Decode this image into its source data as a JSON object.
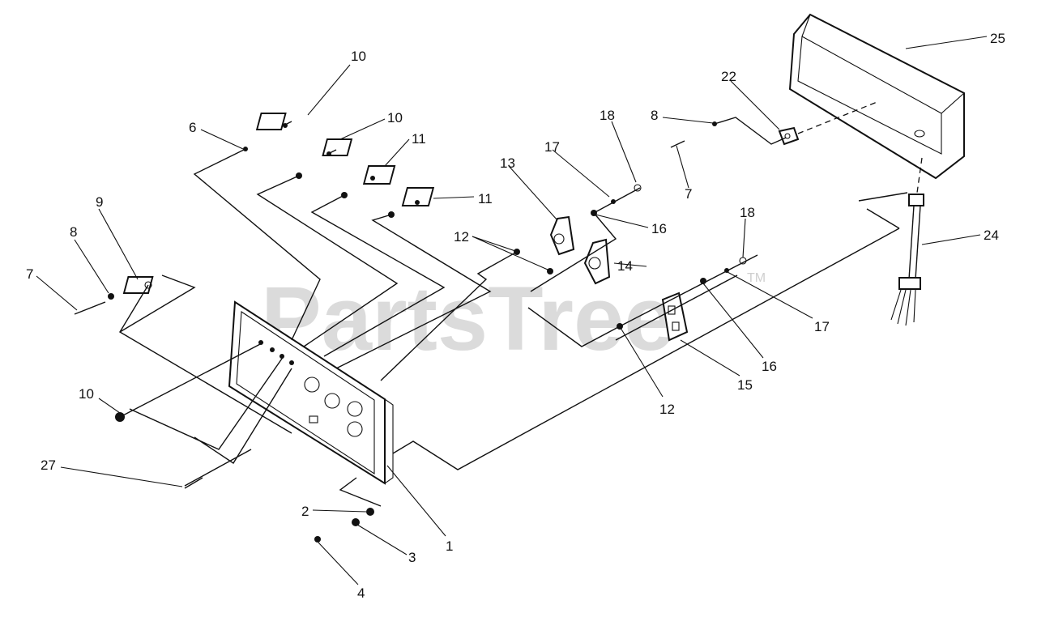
{
  "watermark": {
    "text": "PartsTree",
    "trademark": "TM"
  },
  "callouts": {
    "c1": "1",
    "c2": "2",
    "c3": "3",
    "c4": "4",
    "c6": "6",
    "c7a": "7",
    "c7b": "7",
    "c8a": "8",
    "c8b": "8",
    "c9": "9",
    "c10a": "10",
    "c10b": "10",
    "c10c": "10",
    "c11a": "11",
    "c11b": "11",
    "c12a": "12",
    "c12b": "12",
    "c13": "13",
    "c14": "14",
    "c15": "15",
    "c16a": "16",
    "c16b": "16",
    "c17a": "17",
    "c17b": "17",
    "c18a": "18",
    "c18b": "18",
    "c22": "22",
    "c24": "24",
    "c25": "25",
    "c27": "27"
  }
}
